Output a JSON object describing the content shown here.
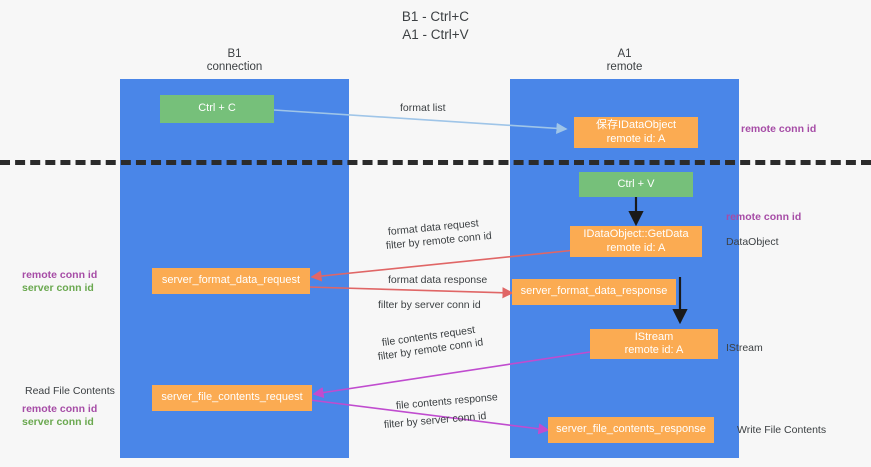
{
  "diagram": {
    "title": "B1 - Ctrl+C\nA1 - Ctrl+V",
    "lanes": [
      {
        "id": "b1",
        "title": "B1\nconnection",
        "color": "#4a86e8"
      },
      {
        "id": "a1",
        "title": "A1\nremote",
        "color": "#4a86e8"
      }
    ],
    "nodes": {
      "ctrl_c": "Ctrl + C",
      "save_idataobject": "保存IDataObject\nremote id: A",
      "ctrl_v": "Ctrl + V",
      "getdata": "IDataObject::GetData\nremote id: A",
      "server_format_data_request": "server_format_data_request",
      "server_format_data_response": "server_format_data_response",
      "istream": "IStream\nremote id: A",
      "server_file_contents_request": "server_file_contents_request",
      "server_file_contents_response": "server_file_contents_response"
    },
    "edge_labels": {
      "format_list": "format list",
      "format_data_request": "format data request",
      "format_data_request_filter_prefix": "filter by ",
      "format_data_request_filter_key": "remote conn id",
      "format_data_response": "format data response",
      "format_data_response_filter_prefix": "filter by ",
      "format_data_response_filter_key": "server conn id",
      "file_contents_request": "file contents request",
      "file_contents_request_filter_prefix": "filter by ",
      "file_contents_request_filter_key": "remote conn id",
      "file_contents_response": "file contents response",
      "file_contents_response_filter_prefix": "filter by ",
      "file_contents_response_filter_key": "server conn id"
    },
    "side_labels": {
      "right_remote_conn_id_top": "remote conn id",
      "right_remote_conn_id_mid": "remote conn id",
      "right_dataobject": "DataObject",
      "right_istream": "IStream",
      "right_write_file_contents": "Write File Contents",
      "left_remote_conn_id": "remote conn id",
      "left_server_conn_id": "server conn id",
      "left_read_file_contents": "Read File Contents",
      "left_remote_conn_id_2": "remote conn id",
      "left_server_conn_id_2": "server conn id"
    },
    "colors": {
      "lane": "#4a86e8",
      "green_node": "#76c07a",
      "orange_node": "#fbab52",
      "purple": "#a64ca6",
      "green_text": "#6aa84f",
      "arrow_blue": "#9fc5e8",
      "arrow_red": "#e06666",
      "arrow_magenta": "#c04ccf",
      "arrow_black": "#1a1a1a",
      "divider": "#2b2b2b",
      "background": "#f7f7f7"
    }
  }
}
